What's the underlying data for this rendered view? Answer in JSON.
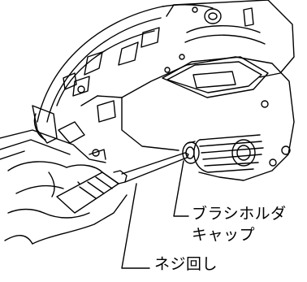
{
  "callouts": {
    "brush_holder_cap_line1": "ブラシホルダ",
    "brush_holder_cap_line2": "キャップ",
    "screwdriver": "ネジ回し"
  },
  "colors": {
    "line": "#000000",
    "background": "#ffffff"
  }
}
